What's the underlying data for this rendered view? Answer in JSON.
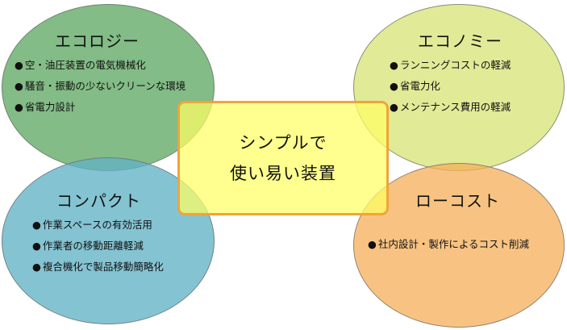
{
  "center": {
    "lines": [
      "シンプルで",
      "使い易い装置"
    ]
  },
  "quadrants": {
    "ecology": {
      "title": "エコロジー",
      "items": [
        "空・油圧装置の電気機械化",
        "騒音・振動の少ないクリーンな環境",
        "省電力設計"
      ]
    },
    "economy": {
      "title": "エコノミー",
      "items": [
        "ランニングコストの軽減",
        "省電力化",
        "メンテナンス費用の軽減"
      ]
    },
    "compact": {
      "title": "コンパクト",
      "items": [
        "作業スペースの有効活用",
        "作業者の移動距離軽減",
        "複合機化で製品移動簡略化"
      ]
    },
    "low_cost": {
      "title": "ローコスト",
      "items": [
        "社内設計・製作によるコスト削減"
      ]
    }
  },
  "colors": {
    "ecology": "#60a964",
    "economy": "#d6e26e",
    "compact": "#62b2c5",
    "low_cost": "#f6af58",
    "center_fill": "#ffff64",
    "center_border": "#f0a43a"
  }
}
